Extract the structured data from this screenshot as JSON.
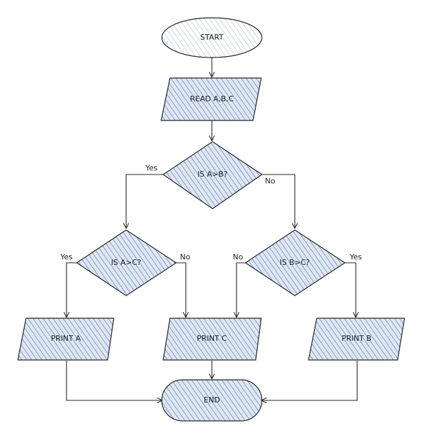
{
  "diagram": {
    "type": "flowchart",
    "colors": {
      "fill": "#b7c9e2",
      "stroke": "#222222",
      "start_fill": "#c9d7ea"
    },
    "nodes": {
      "start": "START",
      "read": "READ A,B,C",
      "a_gt_b": "IS A>B?",
      "a_gt_c": "IS A>C?",
      "b_gt_c": "IS B>C?",
      "print_a": "PRINT A",
      "print_c": "PRINT C",
      "print_b": "PRINT B",
      "end": "END"
    },
    "edge_labels": {
      "ab_yes": "Yes",
      "ab_no": "No",
      "ac_yes": "Yes",
      "ac_no": "No",
      "bc_no": "No",
      "bc_yes": "Yes"
    }
  }
}
